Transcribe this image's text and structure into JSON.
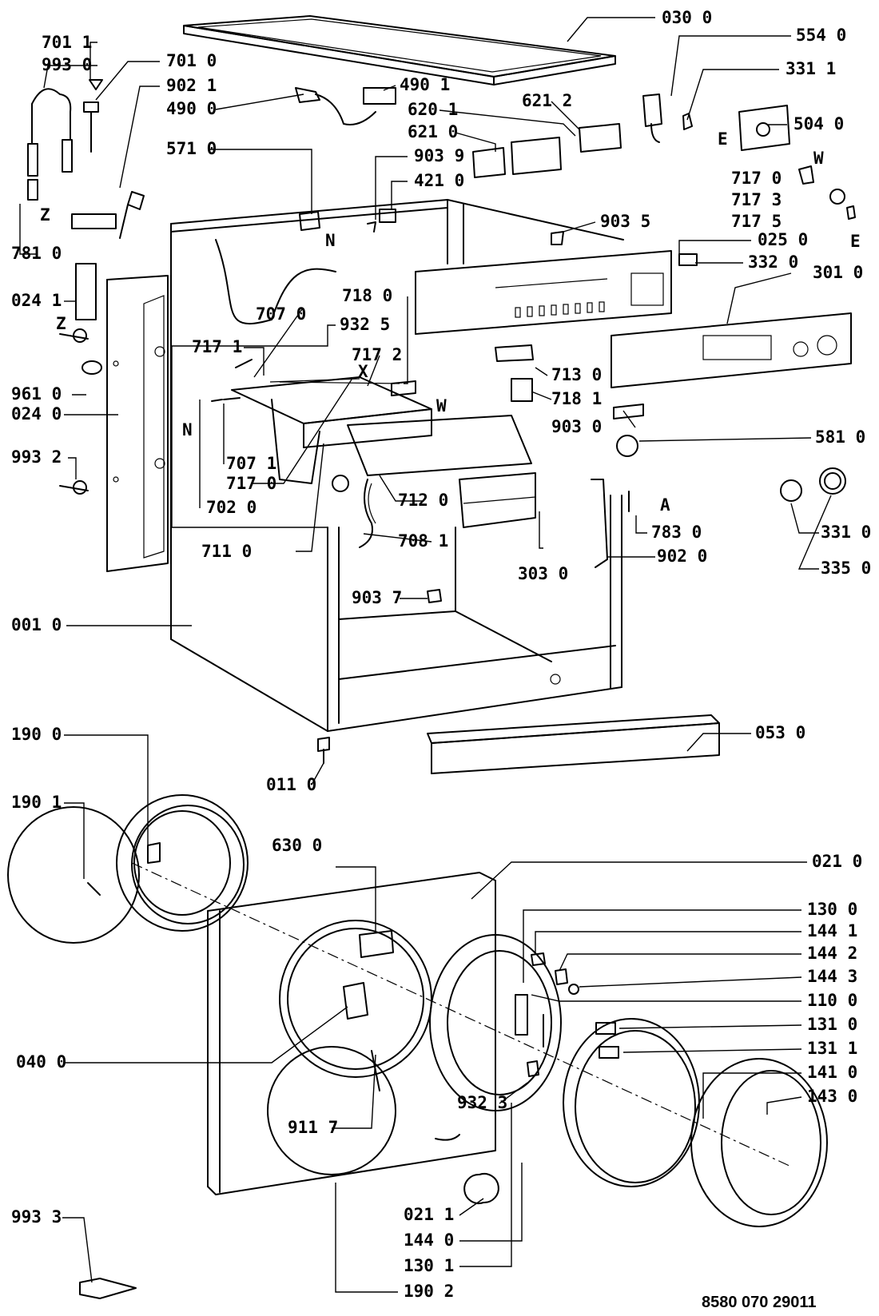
{
  "callouts": [
    "701 1",
    "993 0",
    "701 0",
    "902 1",
    "490 0",
    "571 0",
    "781 0",
    "024 1",
    "961 0",
    "024 0",
    "993 2",
    "707 0",
    "932 5",
    "717 1",
    "707 1",
    "717 0",
    "702 0",
    "711 0",
    "030 0",
    "554 0",
    "331 1",
    "504 0",
    "490 1",
    "620 1",
    "621 2",
    "621 0",
    "903 9",
    "421 0",
    "903 5",
    "025 0",
    "332 0",
    "301 0",
    "718 0",
    "717 2",
    "713 0",
    "718 1",
    "903 0",
    "581 0",
    "712 0",
    "708 1",
    "303 0",
    "783 0",
    "902 0",
    "331 0",
    "335 0",
    "903 7",
    "001 0",
    "053 0",
    "190 0",
    "011 0",
    "190 1",
    "630 0",
    "021 0",
    "130 0",
    "144 1",
    "144 2",
    "144 3",
    "110 0",
    "131 0",
    "131 1",
    "141 0",
    "143 0",
    "040 0",
    "932 3",
    "911 7",
    "993 3",
    "021 1",
    "144 0",
    "130 1",
    "190 2"
  ],
  "letters": [
    "Z",
    "N",
    "E",
    "W",
    "X",
    "A"
  ],
  "diagram_number": "8580 070 29011"
}
